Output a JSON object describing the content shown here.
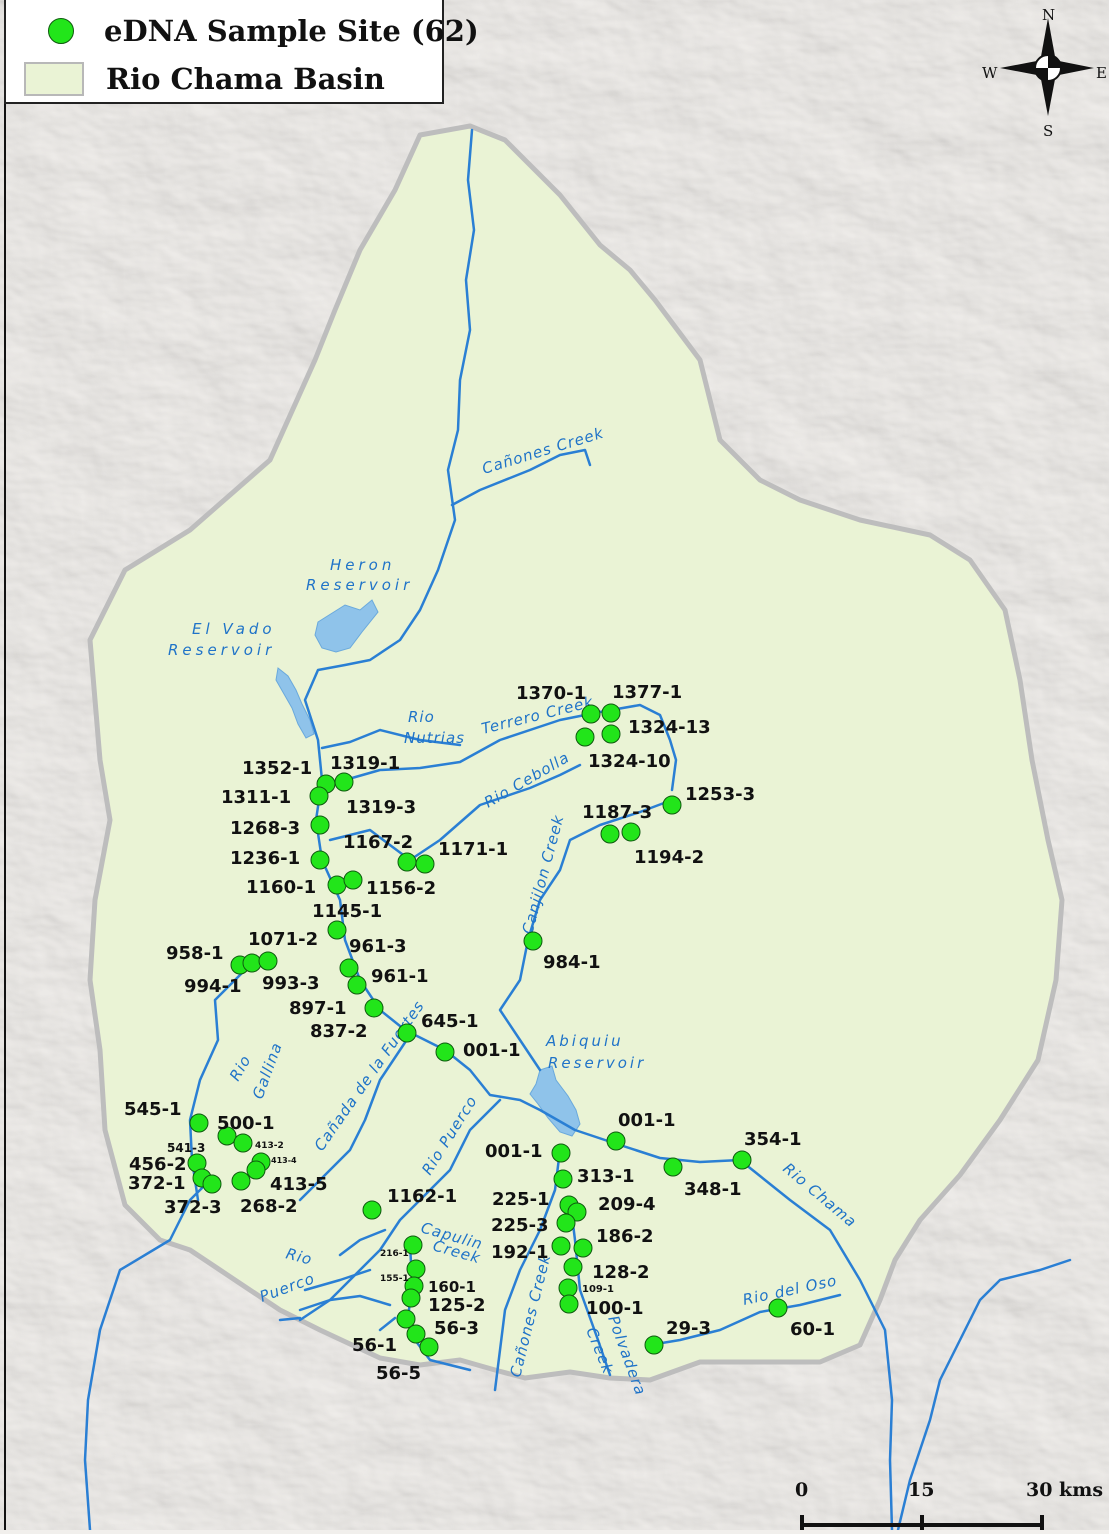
{
  "legend": {
    "site_label": "eDNA Sample Site (62)",
    "basin_label": "Rio Chama Basin",
    "site_color": "#22e51a",
    "basin_color": "#eaf3d5"
  },
  "compass": {
    "n": "N",
    "s": "S",
    "e": "E",
    "w": "W"
  },
  "scale_bar": {
    "labels": [
      "0",
      "15",
      "30 kms"
    ]
  },
  "colors": {
    "river": "#2a7fd4",
    "reservoir": "#8fc3ea",
    "boundary": "#bdbdbd",
    "terrain": "#f1efec"
  },
  "water_labels": [
    {
      "id": "canones-creek-north",
      "text": "Cañones Creek"
    },
    {
      "id": "heron-1",
      "text": "Heron"
    },
    {
      "id": "heron-2",
      "text": "Reservoir"
    },
    {
      "id": "elvado-1",
      "text": "El Vado"
    },
    {
      "id": "elvado-2",
      "text": "Reservoir"
    },
    {
      "id": "rio-nutrias-1",
      "text": "Rio"
    },
    {
      "id": "rio-nutrias-2",
      "text": "Nutrias"
    },
    {
      "id": "terrero-creek",
      "text": "Terrero Creek"
    },
    {
      "id": "rio-cebolla",
      "text": "Rio Cebolla"
    },
    {
      "id": "canjilon-creek",
      "text": "Canjilon Creek"
    },
    {
      "id": "abiquiu-1",
      "text": "Abiquiu"
    },
    {
      "id": "abiquiu-2",
      "text": "Reservoir"
    },
    {
      "id": "rio-gallina-1",
      "text": "Rio"
    },
    {
      "id": "rio-gallina-2",
      "text": "Gallina"
    },
    {
      "id": "canada-fuertes",
      "text": "Cañada de la Fuertes"
    },
    {
      "id": "rio-puerco-north",
      "text": "Rio Puerco"
    },
    {
      "id": "capulin-1",
      "text": "Capulin"
    },
    {
      "id": "capulin-2",
      "text": "Creek"
    },
    {
      "id": "rio-puerco-south-1",
      "text": "Rio"
    },
    {
      "id": "rio-puerco-south-2",
      "text": "Puerco"
    },
    {
      "id": "canones-creek-south",
      "text": "Cañones Creek"
    },
    {
      "id": "creek-polvadera-1",
      "text": "Creek"
    },
    {
      "id": "creek-polvadera-2",
      "text": "Polvadera"
    },
    {
      "id": "rio-chama",
      "text": "Rio Chama"
    },
    {
      "id": "rio-del-oso",
      "text": "Rio del Oso"
    }
  ],
  "sites": [
    "1370-1",
    "1377-1",
    "1324-13",
    "1324-10",
    "1352-1",
    "1319-1",
    "1311-1",
    "1319-3",
    "1268-3",
    "1253-3",
    "1187-3",
    "1194-2",
    "1167-2",
    "1171-1",
    "1236-1",
    "1160-1",
    "1156-2",
    "1145-1",
    "1071-2",
    "961-3",
    "958-1",
    "984-1",
    "994-1",
    "993-3",
    "961-1",
    "897-1",
    "837-2",
    "645-1",
    "001-1",
    "545-1",
    "500-1",
    "001-1",
    "541-3",
    "413-2",
    "413-4",
    "456-2",
    "001-1",
    "313-1",
    "354-1",
    "372-1",
    "413-5",
    "348-1",
    "372-3",
    "268-2",
    "225-1",
    "209-4",
    "1162-1",
    "225-3",
    "186-2",
    "192-1",
    "216-1",
    "155-1",
    "160-1",
    "128-2",
    "109-1",
    "125-2",
    "100-1",
    "60-1",
    "29-3",
    "56-3",
    "56-1",
    "56-5"
  ]
}
